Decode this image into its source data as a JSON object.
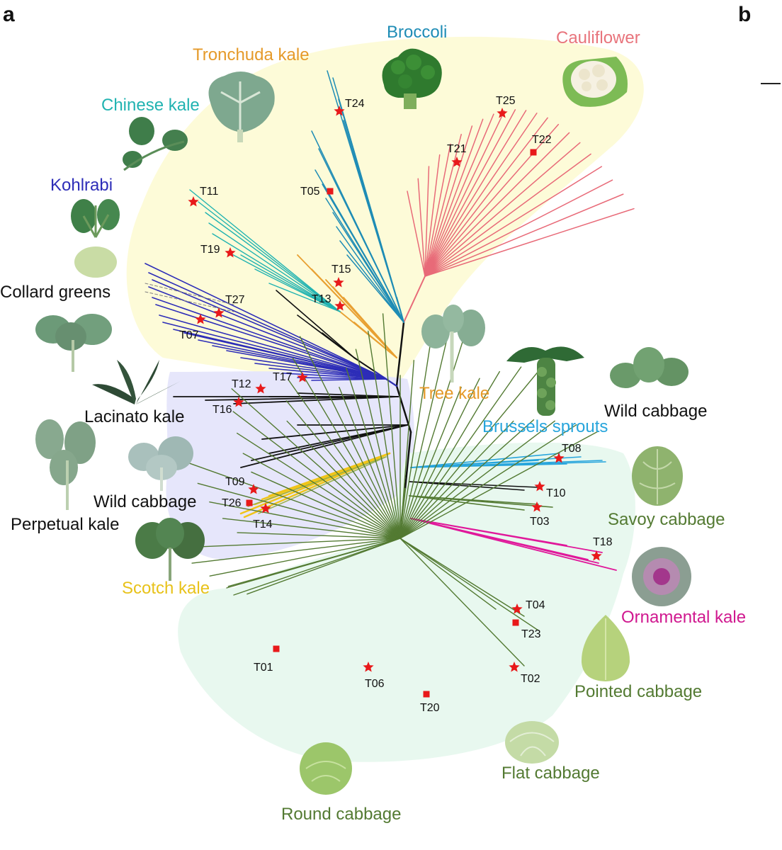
{
  "panels": {
    "a": "a",
    "b": "b"
  },
  "colors": {
    "yellow_bg": "#fdfbd8",
    "purple_bg": "#e6e6fb",
    "green_bg": "#e8f8ef",
    "broccoli": "#1e8cb5",
    "cauliflower": "#e86a78",
    "tronchuda": "#e8a032",
    "chinese_kale": "#21b3b1",
    "kohlrabi": "#2d2db8",
    "scotch": "#f0c419",
    "brussels": "#27a5dc",
    "cabbage": "#537a32",
    "ornamental": "#e0189a",
    "black": "#111111",
    "marker": "#e8191a"
  },
  "groups": [
    {
      "id": "broccoli",
      "label": "Broccoli",
      "color": "#1e8cb5"
    },
    {
      "id": "cauliflower",
      "label": "Cauliflower",
      "color": "#e8747c"
    },
    {
      "id": "tronchuda",
      "label": "Tronchuda kale",
      "color": "#e59a2a"
    },
    {
      "id": "chinese",
      "label": "Chinese kale",
      "color": "#21b3b1"
    },
    {
      "id": "kohlrabi",
      "label": "Kohlrabi",
      "color": "#2d2db8"
    },
    {
      "id": "collard",
      "label": "Collard greens",
      "color": "#111111"
    },
    {
      "id": "lacinato",
      "label": "Lacinato kale",
      "color": "#111111"
    },
    {
      "id": "wild1",
      "label": "Wild cabbage",
      "color": "#111111"
    },
    {
      "id": "perpetual",
      "label": "Perpetual kale",
      "color": "#111111"
    },
    {
      "id": "scotch",
      "label": "Scotch kale",
      "color": "#e8c21a"
    },
    {
      "id": "tree",
      "label": "Tree kale",
      "color": "#e59a2a"
    },
    {
      "id": "brussels",
      "label": "Brussels sprouts",
      "color": "#27a5dc"
    },
    {
      "id": "wild2",
      "label": "Wild cabbage",
      "color": "#111111"
    },
    {
      "id": "savoy",
      "label": "Savoy cabbage",
      "color": "#537a32"
    },
    {
      "id": "ornamental",
      "label": "Ornamental kale",
      "color": "#d0188f"
    },
    {
      "id": "pointed",
      "label": "Pointed cabbage",
      "color": "#537a32"
    },
    {
      "id": "flat",
      "label": "Flat cabbage",
      "color": "#537a32"
    },
    {
      "id": "round",
      "label": "Round cabbage",
      "color": "#537a32"
    }
  ],
  "samples": [
    {
      "id": "T01",
      "marker": "square"
    },
    {
      "id": "T02",
      "marker": "star"
    },
    {
      "id": "T03",
      "marker": "star"
    },
    {
      "id": "T04",
      "marker": "star"
    },
    {
      "id": "T05",
      "marker": "square"
    },
    {
      "id": "T06",
      "marker": "star"
    },
    {
      "id": "T07",
      "marker": "star"
    },
    {
      "id": "T08",
      "marker": "star"
    },
    {
      "id": "T09",
      "marker": "star"
    },
    {
      "id": "T10",
      "marker": "star"
    },
    {
      "id": "T11",
      "marker": "star"
    },
    {
      "id": "T12",
      "marker": "star"
    },
    {
      "id": "T13",
      "marker": "star"
    },
    {
      "id": "T14",
      "marker": "star"
    },
    {
      "id": "T15",
      "marker": "star"
    },
    {
      "id": "T16",
      "marker": "star"
    },
    {
      "id": "T17",
      "marker": "star"
    },
    {
      "id": "T18",
      "marker": "star"
    },
    {
      "id": "T19",
      "marker": "star"
    },
    {
      "id": "T20",
      "marker": "square"
    },
    {
      "id": "T21",
      "marker": "star"
    },
    {
      "id": "T22",
      "marker": "square"
    },
    {
      "id": "T23",
      "marker": "square"
    },
    {
      "id": "T24",
      "marker": "star"
    },
    {
      "id": "T25",
      "marker": "star"
    },
    {
      "id": "T26",
      "marker": "square"
    },
    {
      "id": "T27",
      "marker": "star"
    }
  ]
}
